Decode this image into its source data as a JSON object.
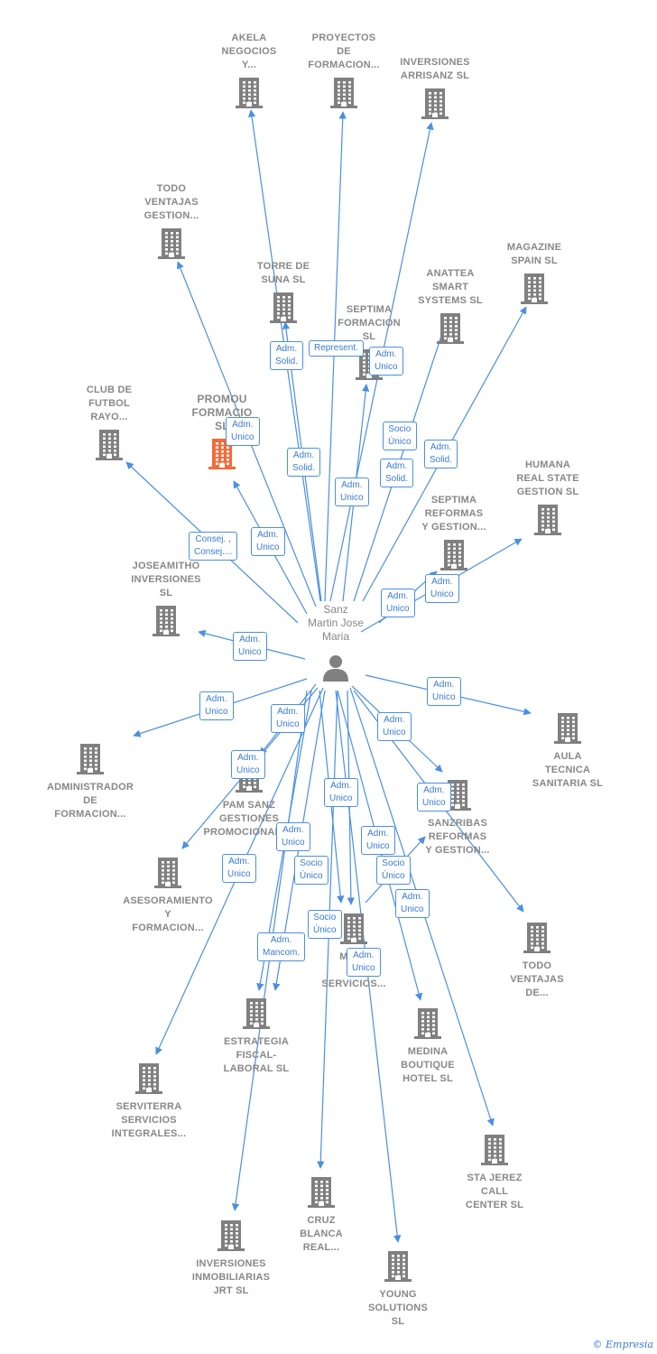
{
  "colors": {
    "link": "#4a90e2",
    "node": "#808080",
    "focus": "#f26b3a",
    "label": "#888888"
  },
  "center": {
    "name": "Sanz\nMartin Jose\nMaria",
    "icon": "person-icon"
  },
  "nodes": [
    {
      "id": "akela",
      "label": "AKELA\nNEGOCIOS\nY..."
    },
    {
      "id": "proyectos",
      "label": "PROYECTOS\nDE\nFORMACION..."
    },
    {
      "id": "arrisanz",
      "label": "INVERSIONES\nARRISANZ  SL"
    },
    {
      "id": "todo_gestion",
      "label": "TODO\nVENTAJAS\nGESTION..."
    },
    {
      "id": "torre",
      "label": "TORRE DE\nSUNA  SL"
    },
    {
      "id": "anattea",
      "label": "ANATTEA\nSMART\nSYSTEMS  SL"
    },
    {
      "id": "magazine",
      "label": "MAGAZINE\nSPAIN  SL"
    },
    {
      "id": "septima_form",
      "label": "SEPTIMA\nFORMACION\nSL"
    },
    {
      "id": "promou",
      "label": "PROMOU\nFORMACIO\nSL",
      "focus": true
    },
    {
      "id": "club",
      "label": "CLUB DE\nFUTBOL\nRAYO..."
    },
    {
      "id": "humana",
      "label": "HUMANA\nREAL STATE\nGESTION  SL"
    },
    {
      "id": "septima_ref",
      "label": "SEPTIMA\nREFORMAS\nY GESTION..."
    },
    {
      "id": "joseamitho",
      "label": "JOSEAMITHO\nINVERSIONES\nSL"
    },
    {
      "id": "aula",
      "label": "AULA\nTECNICA\nSANITARIA  SL"
    },
    {
      "id": "admin_form",
      "label": "ADMINISTRADOR\nDE\nFORMACION..."
    },
    {
      "id": "pam",
      "label": "PAM SANZ\nGESTIONES\nPROMOCIONALES"
    },
    {
      "id": "sanzribas",
      "label": "SANZRIBAS\nREFORMAS\nY GESTION..."
    },
    {
      "id": "asesoramiento",
      "label": "ASESORAMIENTO\nY\nFORMACION..."
    },
    {
      "id": "todo_de",
      "label": "TODO\nVENTAJAS\nDE..."
    },
    {
      "id": "myas",
      "label": "MYAS\nTO\nSERVICIOS..."
    },
    {
      "id": "estrategia",
      "label": "ESTRATEGIA\nFISCAL-\nLABORAL  SL"
    },
    {
      "id": "medina",
      "label": "MEDINA\nBOUTIQUE\nHOTEL  SL"
    },
    {
      "id": "serviterra",
      "label": "SERVITERRA\nSERVICIOS\nINTEGRALES..."
    },
    {
      "id": "stajerez",
      "label": "STA JEREZ\nCALL\nCENTER  SL"
    },
    {
      "id": "cruz",
      "label": "CRUZ\nBLANCA\nREAL..."
    },
    {
      "id": "jrt",
      "label": "INVERSIONES\nINMOBILIARIAS\nJRT  SL"
    },
    {
      "id": "young",
      "label": "YOUNG\nSOLUTIONS\nSL"
    }
  ],
  "relations": [
    {
      "id": "r1",
      "label": "Adm.\nSolid."
    },
    {
      "id": "r2",
      "label": "Represent."
    },
    {
      "id": "r3",
      "label": "Adm.\nUnico"
    },
    {
      "id": "r4",
      "label": "Adm.\nUnico"
    },
    {
      "id": "r5",
      "label": "Socio\nÚnico"
    },
    {
      "id": "r6",
      "label": "Adm.\nSolid."
    },
    {
      "id": "r7",
      "label": "Adm.\nSolid."
    },
    {
      "id": "r8",
      "label": "Adm.\nSolid."
    },
    {
      "id": "r9",
      "label": "Adm.\nUnico"
    },
    {
      "id": "r10",
      "label": "Consej. ,\nConsej...."
    },
    {
      "id": "r11",
      "label": "Adm.\nUnico"
    },
    {
      "id": "r12",
      "label": "Adm.\nUnico"
    },
    {
      "id": "r13",
      "label": "Adm.\nUnico"
    },
    {
      "id": "r14",
      "label": "Adm.\nUnico"
    },
    {
      "id": "r15",
      "label": "Adm.\nUnico"
    },
    {
      "id": "r16",
      "label": "Adm.\nUnico"
    },
    {
      "id": "r17",
      "label": "Adm.\nUnico"
    },
    {
      "id": "r18",
      "label": "Adm.\nUnico"
    },
    {
      "id": "r19",
      "label": "Adm.\nUnico"
    },
    {
      "id": "r20",
      "label": "Adm.\nUnico"
    },
    {
      "id": "r21",
      "label": "Adm.\nUnico"
    },
    {
      "id": "r22",
      "label": "Adm.\nUnico"
    },
    {
      "id": "r23",
      "label": "Adm.\nUnico"
    },
    {
      "id": "r24",
      "label": "Socio\nÚnico"
    },
    {
      "id": "r25",
      "label": "Socio\nÚnico"
    },
    {
      "id": "r26",
      "label": "Adm.\nUnico"
    },
    {
      "id": "r27",
      "label": "Adm.\nUnico"
    },
    {
      "id": "r28",
      "label": "Adm.\nMancom."
    },
    {
      "id": "r29",
      "label": "Socio\nÚnico"
    },
    {
      "id": "r30",
      "label": "Adm.\nUnico"
    }
  ],
  "footer": {
    "copyright": "©",
    "brand": "Empresia"
  }
}
